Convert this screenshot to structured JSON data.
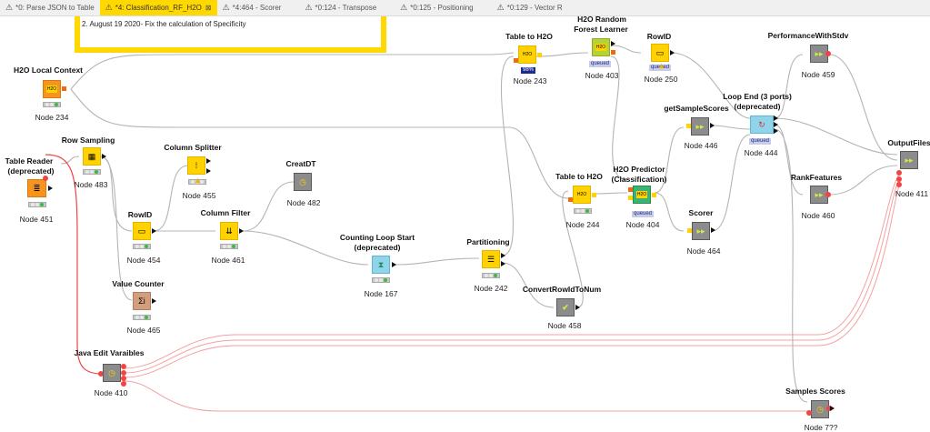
{
  "tabs": [
    {
      "label": "*0: Parse JSON to Table",
      "active": false
    },
    {
      "label": "*4: Classification_RF_H2O",
      "active": true
    },
    {
      "label": "*4:464 - Scorer",
      "active": false
    },
    {
      "label": "*0:124 - Transpose",
      "active": false
    },
    {
      "label": "*0:125 - Positioning",
      "active": false
    },
    {
      "label": "*0:129 - Vector R",
      "active": false
    }
  ],
  "annotation": {
    "text": "2. August 19 2020- Fix the calculation of Specificity"
  },
  "nodes": {
    "h2o_local_context": {
      "title": "H2O Local Context",
      "id": "Node 234"
    },
    "table_reader": {
      "title": "Table Reader\n(deprecated)",
      "title1": "Table Reader",
      "title2": "(deprecated)",
      "id": "Node 451"
    },
    "row_sampling": {
      "title": "Row Sampling",
      "id": "Node 483"
    },
    "column_splitter": {
      "title": "Column Splitter",
      "id": "Node 455"
    },
    "creatdt": {
      "title": "CreatDT",
      "id": "Node 482"
    },
    "rowid_454": {
      "title": "RowID",
      "id": "Node 454"
    },
    "column_filter": {
      "title": "Column Filter",
      "id": "Node 461"
    },
    "value_counter": {
      "title": "Value Counter",
      "id": "Node 465"
    },
    "java_edit": {
      "title": "Java Edit Varaibles",
      "id": "Node 410"
    },
    "counting_loop": {
      "title1": "Counting Loop Start",
      "title2": "(deprecated)",
      "id": "Node 167"
    },
    "partitioning": {
      "title": "Partitioning",
      "id": "Node 242"
    },
    "convert_rowid": {
      "title": "ConvertRowIdToNum",
      "id": "Node 458"
    },
    "table_to_h2o_243": {
      "title": "Table to H2O",
      "id": "Node 243",
      "progress": "98%"
    },
    "rf_learner": {
      "title1": "H2O Random",
      "title2": "Forest Learner",
      "id": "Node 403",
      "status": "queued"
    },
    "rowid_250": {
      "title": "RowID",
      "id": "Node 250",
      "status": "queued"
    },
    "table_to_h2o_244": {
      "title": "Table to H2O",
      "id": "Node 244"
    },
    "h2o_predictor": {
      "title1": "H2O Predictor",
      "title2": "(Classification)",
      "id": "Node 404",
      "status": "queued"
    },
    "get_sample_scores": {
      "title": "getSampleScores",
      "id": "Node 446"
    },
    "scorer": {
      "title": "Scorer",
      "id": "Node 464"
    },
    "loop_end": {
      "title1": "Loop End (3 ports)",
      "title2": "(deprecated)",
      "id": "Node 444",
      "status": "queued"
    },
    "performance": {
      "title": "PerformanceWithStdv",
      "id": "Node 459"
    },
    "rank_features": {
      "title": "RankFeatures",
      "id": "Node 460"
    },
    "output_files": {
      "title": "OutputFiles",
      "id": "Node 411"
    },
    "samples_scores": {
      "title": "Samples Scores",
      "id": "Node 7??"
    }
  },
  "colors": {
    "accent": "#ffd800",
    "flow_var": "#f24444",
    "wire": "#b4b4b4"
  }
}
